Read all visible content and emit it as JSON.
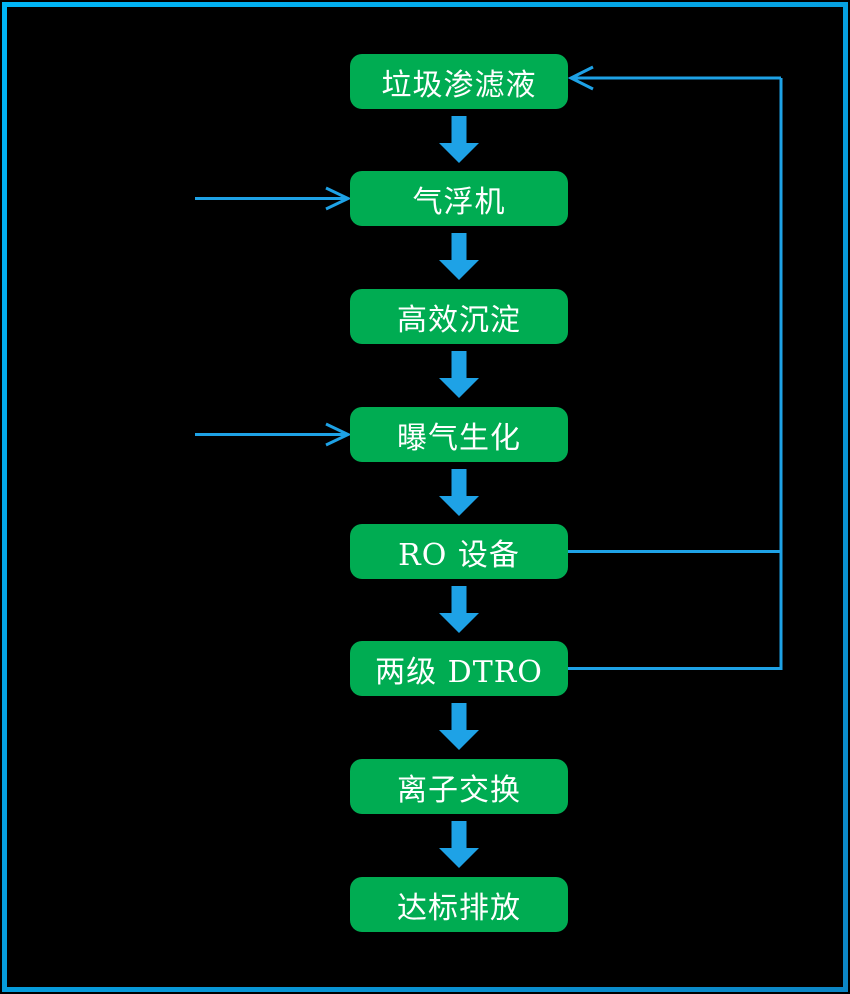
{
  "colors": {
    "node_fill": "#00AC52",
    "arrow": "#1EA2E6",
    "frame_light": "#00B6F7",
    "frame_dark": "#0C86C5",
    "text": "#FFFFFF",
    "background": "#000000"
  },
  "flow": {
    "type": "flowchart",
    "direction": "top-down",
    "nodes": [
      {
        "id": "leachate",
        "label": "垃圾渗滤液"
      },
      {
        "id": "air-flotation",
        "label": "气浮机"
      },
      {
        "id": "sedimentation",
        "label": "高效沉淀"
      },
      {
        "id": "aeration",
        "label": "曝气生化"
      },
      {
        "id": "ro-equipment",
        "label": "RO 设备"
      },
      {
        "id": "dtro",
        "label": "两级 DTRO"
      },
      {
        "id": "ion-exchange",
        "label": "离子交换"
      },
      {
        "id": "discharge",
        "label": "达标排放"
      }
    ],
    "edges": [
      {
        "from": "leachate",
        "to": "air-flotation",
        "style": "block-arrow"
      },
      {
        "from": "air-flotation",
        "to": "sedimentation",
        "style": "block-arrow"
      },
      {
        "from": "sedimentation",
        "to": "aeration",
        "style": "block-arrow"
      },
      {
        "from": "aeration",
        "to": "ro-equipment",
        "style": "block-arrow"
      },
      {
        "from": "ro-equipment",
        "to": "dtro",
        "style": "block-arrow"
      },
      {
        "from": "dtro",
        "to": "ion-exchange",
        "style": "block-arrow"
      },
      {
        "from": "ion-exchange",
        "to": "discharge",
        "style": "block-arrow"
      },
      {
        "from": "external-left",
        "to": "air-flotation",
        "style": "line-arrow"
      },
      {
        "from": "external-left",
        "to": "aeration",
        "style": "line-arrow"
      },
      {
        "from": "ro-equipment",
        "to": "leachate",
        "style": "line-arrow",
        "route": "right-side-riser"
      },
      {
        "from": "dtro",
        "to": "leachate",
        "style": "line-arrow",
        "route": "right-side-riser"
      }
    ]
  }
}
